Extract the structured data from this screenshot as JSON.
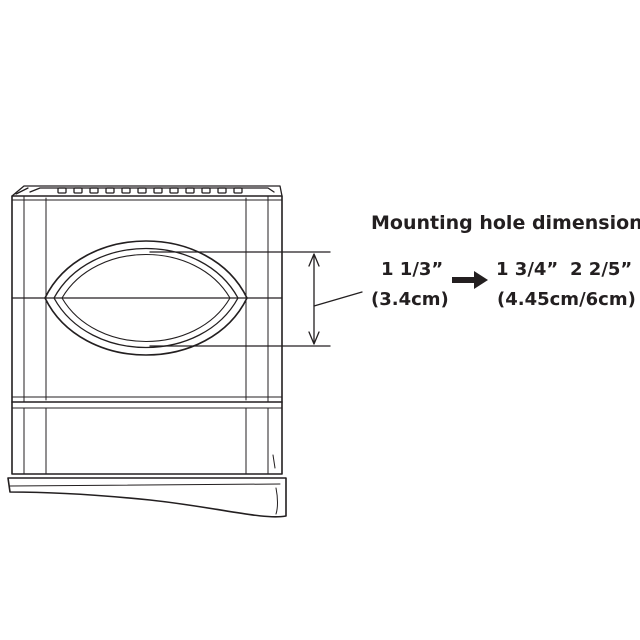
{
  "diagram": {
    "title": "Mounting hole dimension",
    "from_size_inch": "1 1/3”",
    "from_size_cm": "(3.4cm)",
    "to_size_inch_1": "1 3/4”",
    "to_size_inch_2": "2 2/5”",
    "to_size_cm": "(4.45cm/6cm)",
    "line_color": "#231f20"
  }
}
